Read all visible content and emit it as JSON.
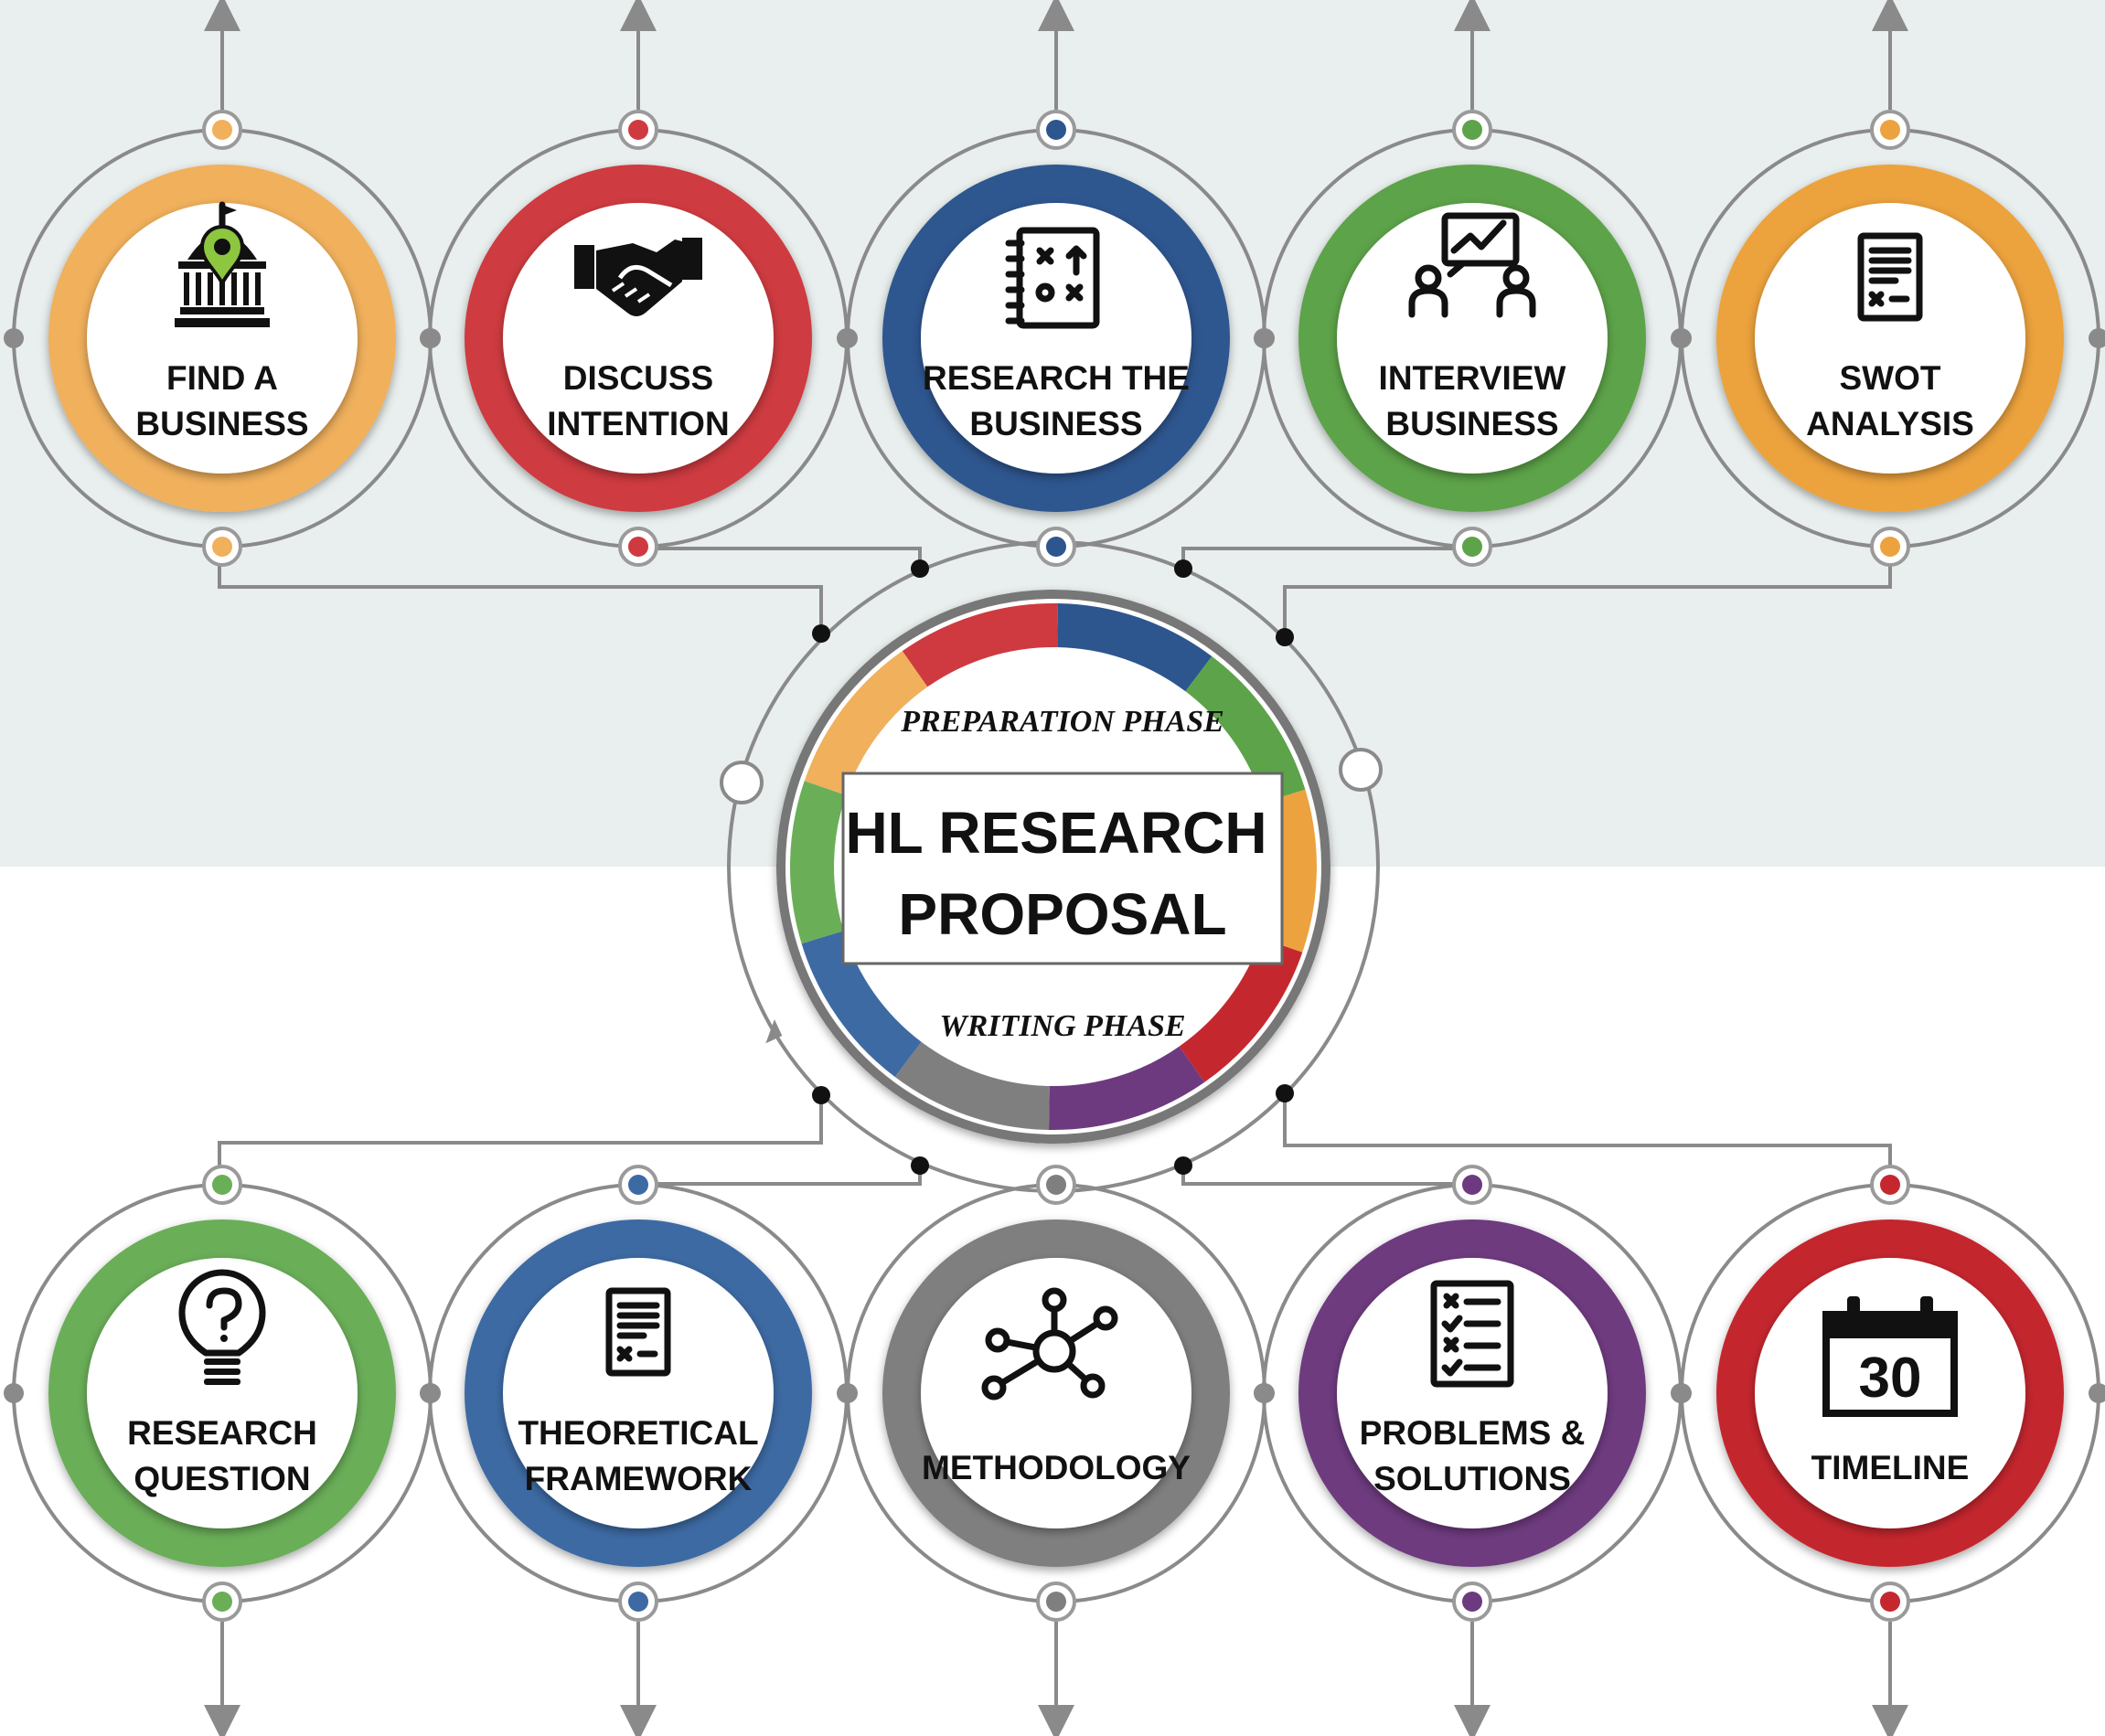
{
  "colors": {
    "orange": "#F0B05C",
    "orange_dark": "#ECA23E",
    "red": "#CE3A3F",
    "blue": "#2D568F",
    "green": "#5DA34A",
    "green_light": "#6BAE58",
    "blue_light": "#3D6AA3",
    "gray": "#7F7F7F",
    "purple": "#6E3A7F",
    "red_dark": "#C4282E",
    "top_band": "#E9EFEE",
    "connector": "#8A8A8A"
  },
  "center": {
    "title_line1": "HL RESEARCH",
    "title_line2": "PROPOSAL",
    "top_phase": "PREPARATION PHASE",
    "bottom_phase": "WRITING PHASE"
  },
  "preparation_steps": [
    {
      "label_lines": [
        "FIND A",
        "BUSINESS"
      ],
      "icon": "bank-location-icon",
      "color": "#F0B05C"
    },
    {
      "label_lines": [
        "DISCUSS",
        "INTENTION"
      ],
      "icon": "handshake-icon",
      "color": "#CE3A3F"
    },
    {
      "label_lines": [
        "RESEARCH  THE",
        "BUSINESS"
      ],
      "icon": "strategy-board-icon",
      "color": "#2D568F"
    },
    {
      "label_lines": [
        "INTERVIEW",
        "BUSINESS"
      ],
      "icon": "meeting-chart-icon",
      "color": "#5DA34A"
    },
    {
      "label_lines": [
        "SWOT",
        "ANALYSIS"
      ],
      "icon": "document-icon",
      "color": "#ECA23E"
    }
  ],
  "writing_steps": [
    {
      "label_lines": [
        "RESEARCH",
        "QUESTION"
      ],
      "icon": "lightbulb-question-icon",
      "color": "#6BAE58"
    },
    {
      "label_lines": [
        "THEORETICAL",
        "FRAMEWORK"
      ],
      "icon": "document-icon",
      "color": "#3D6AA3"
    },
    {
      "label_lines": [
        "METHODOLOGY"
      ],
      "icon": "network-nodes-icon",
      "color": "#7F7F7F"
    },
    {
      "label_lines": [
        "PROBLEMS &",
        "SOLUTIONS"
      ],
      "icon": "checklist-icon",
      "color": "#6E3A7F"
    },
    {
      "label_lines": [
        "TIMELINE"
      ],
      "icon": "calendar-icon",
      "color": "#C4282E",
      "calendar_day": "30"
    }
  ]
}
